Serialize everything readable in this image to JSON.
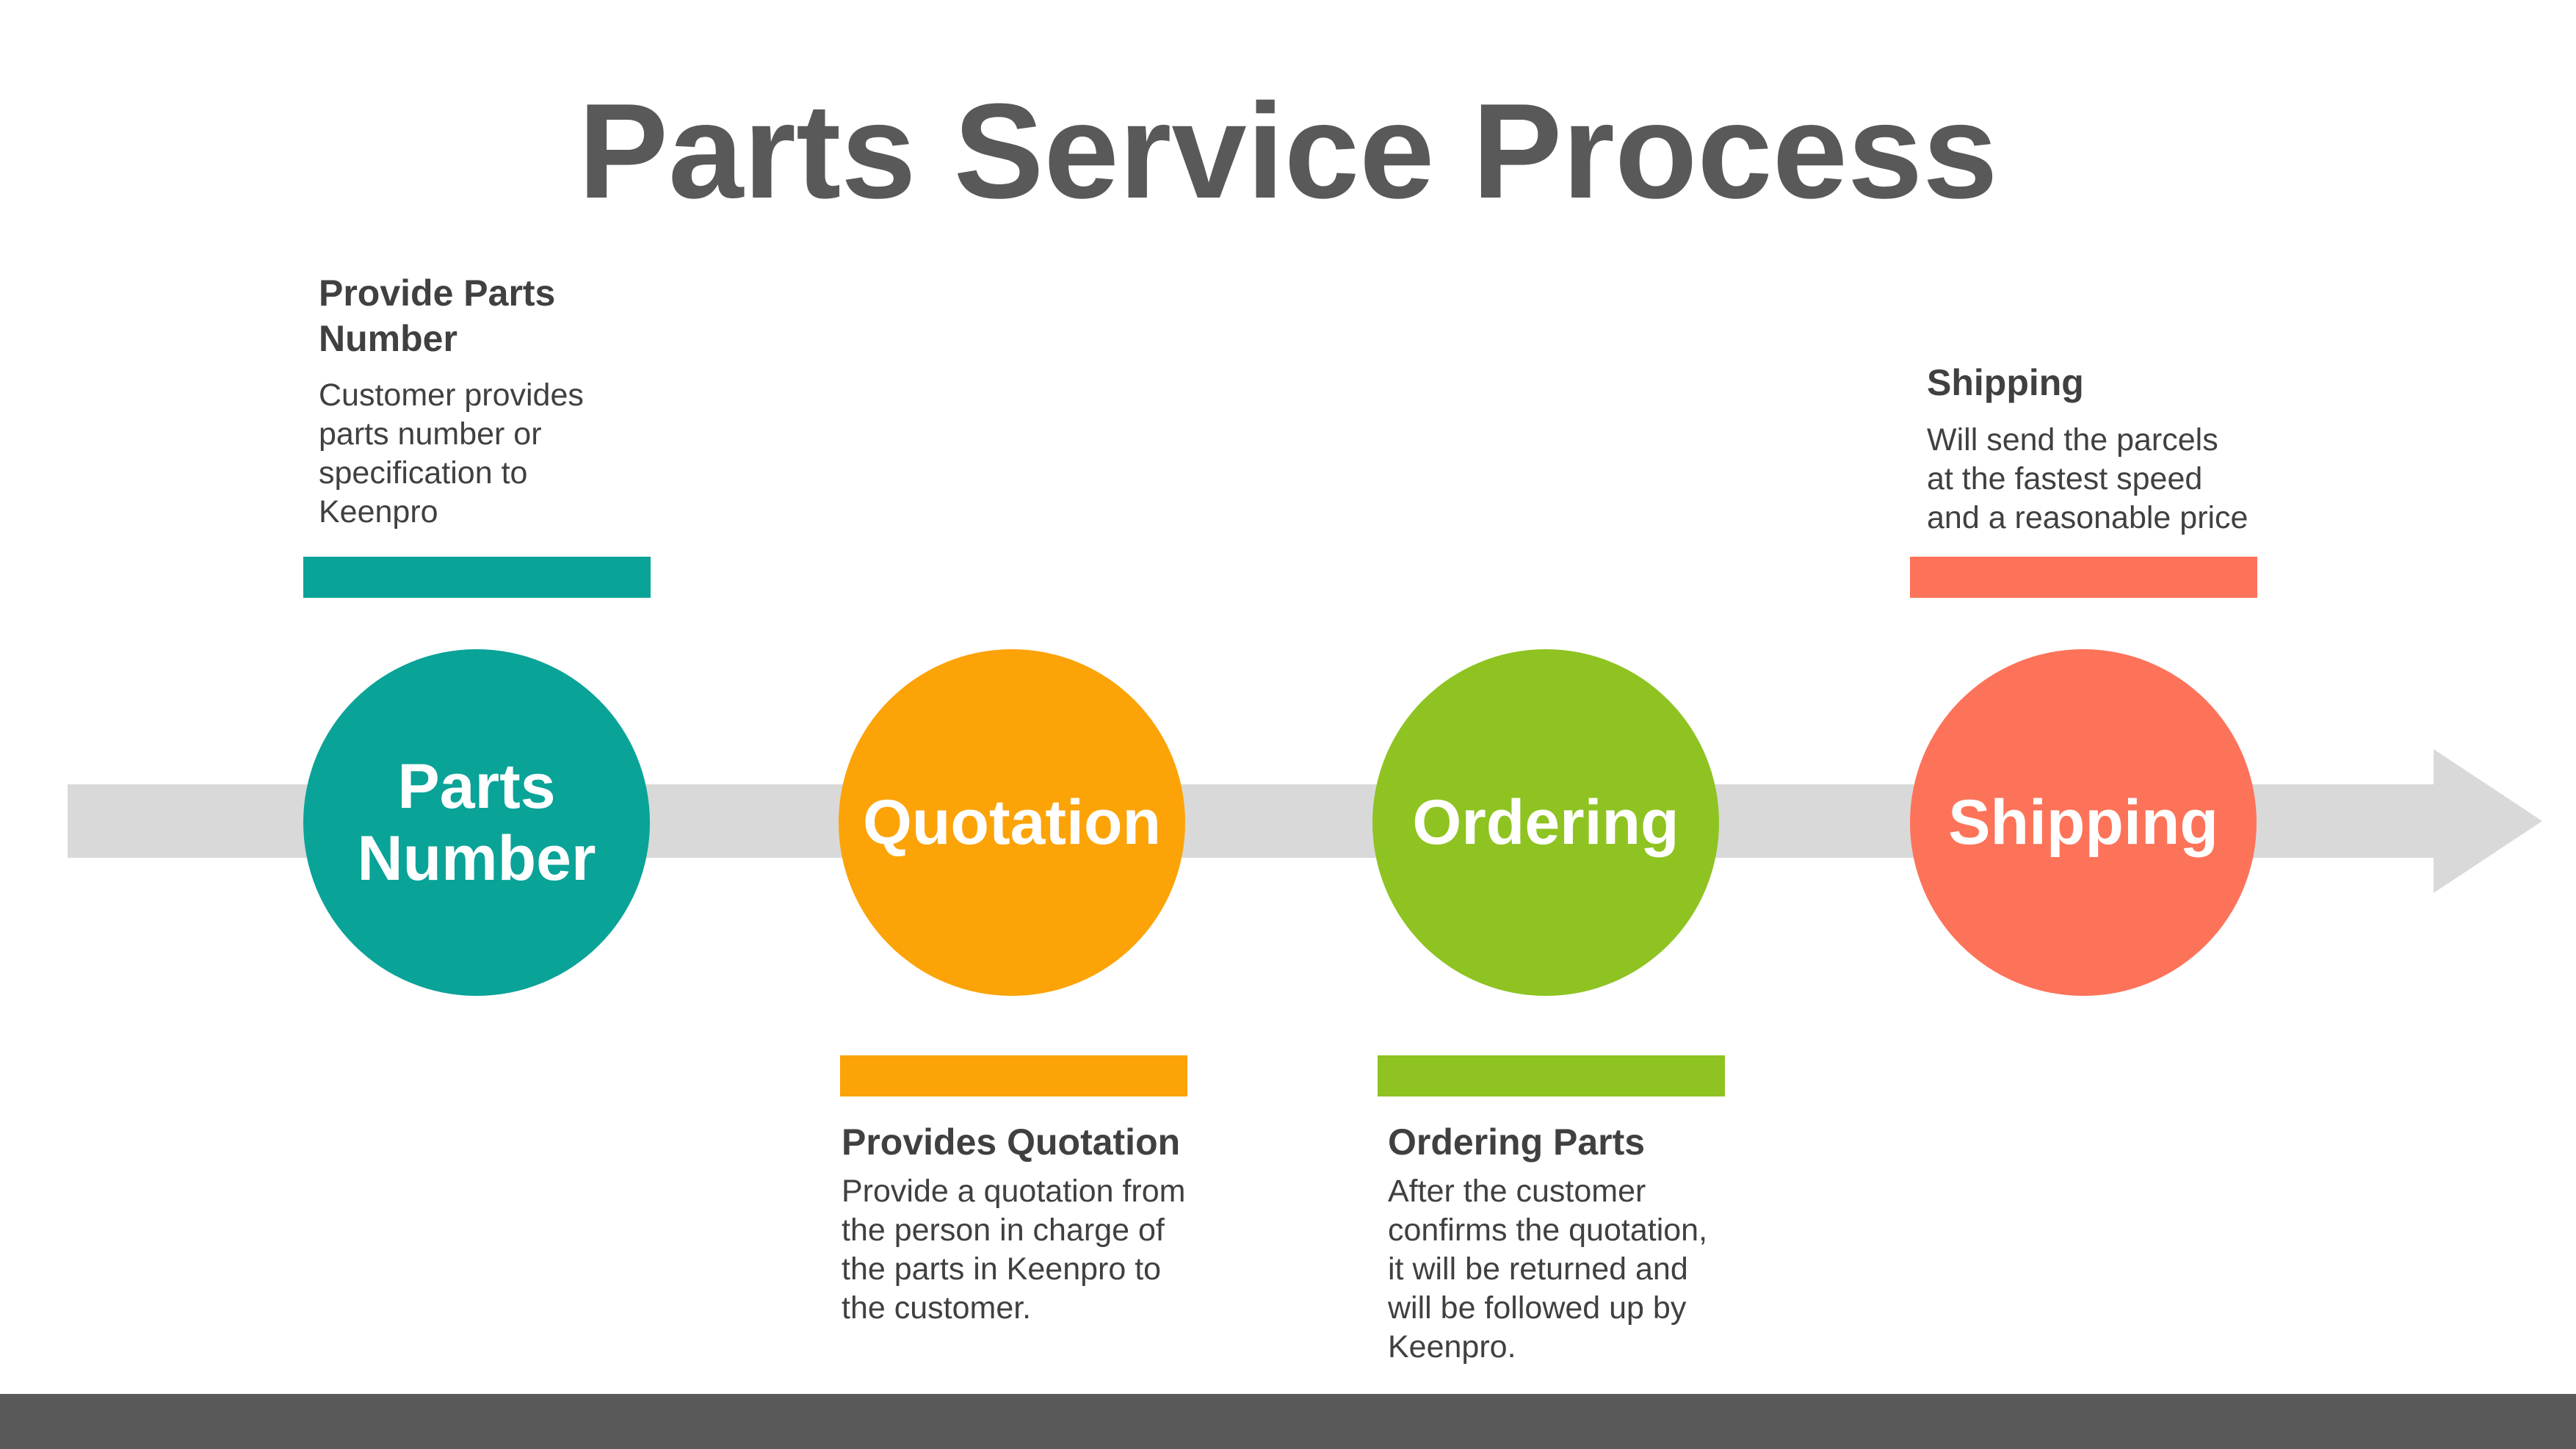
{
  "title": "Parts Service Process",
  "colors": {
    "title": "#595959",
    "arrow": "#d9d9d9",
    "footer": "#595959",
    "text": "#404040",
    "teal": "#0aa398",
    "orange": "#fca308",
    "green": "#8ec322",
    "coral": "#fd7359"
  },
  "steps": [
    {
      "circle_label": "Parts\nNumber",
      "heading": "Provide Parts\nNumber",
      "description": "Customer provides\nparts number or\nspecification to\nKeenpro",
      "color": "#0aa398"
    },
    {
      "circle_label": "Quotation",
      "heading": "Provides Quotation",
      "description": "Provide a quotation from\nthe person in charge of\nthe parts in Keenpro to\nthe customer.",
      "color": "#fca308"
    },
    {
      "circle_label": "Ordering",
      "heading": "Ordering Parts",
      "description": "After the customer\nconfirms the quotation,\nit will be returned and\nwill be followed up by\nKeenpro.",
      "color": "#8ec322"
    },
    {
      "circle_label": "Shipping",
      "heading": "Shipping",
      "description": "Will send the parcels\nat the fastest speed\nand a reasonable price",
      "color": "#fd7359"
    }
  ]
}
